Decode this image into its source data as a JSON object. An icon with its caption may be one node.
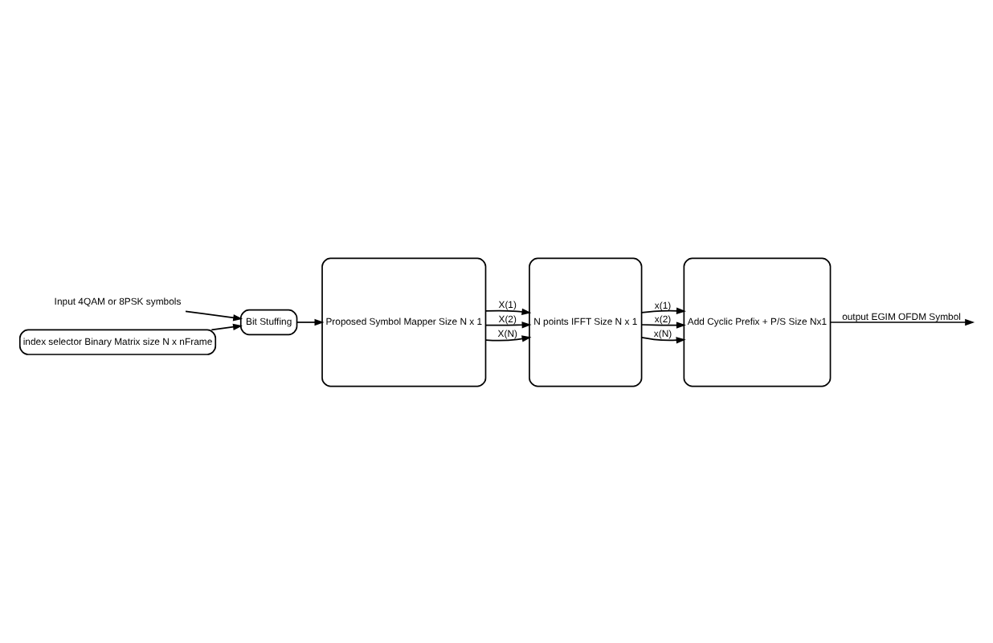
{
  "diagram": {
    "nodes": [
      {
        "text": [
          "Input 4QAM or 8PSK symbols"
        ]
      },
      {
        "text": [
          "Bit Stuffing"
        ]
      },
      {
        "text": [
          "index selector Binary Matrix size N x nFrame"
        ]
      },
      {
        "text": [
          "Proposed Symbol Mapper Size N x 1"
        ]
      },
      {
        "text": [
          "N points IFFT Size N x 1"
        ]
      },
      {
        "text": [
          "Add Cyclic Prefix + P/S Size Nx1"
        ]
      }
    ],
    "edges": [
      {
        "from": 0,
        "to": 1,
        "arrow": "to"
      },
      {
        "from": 2,
        "to": 1,
        "arrow": "to"
      },
      {
        "from": 1,
        "to": 3,
        "arrow": "to"
      },
      {
        "from": 3,
        "to": 4,
        "arrow": "to",
        "label": "X(1)"
      },
      {
        "from": 3,
        "to": 4,
        "arrow": "to",
        "label": "X(2)"
      },
      {
        "from": 3,
        "to": 4,
        "arrow": "to",
        "label": "X(N)"
      },
      {
        "from": 4,
        "to": 5,
        "arrow": "to",
        "label": "x(1)"
      },
      {
        "from": 4,
        "to": 5,
        "arrow": "to",
        "label": "x(2)"
      },
      {
        "from": 4,
        "to": 5,
        "arrow": "to",
        "label": "x(N)"
      },
      {
        "from": 5,
        "to": null,
        "arrow": "to",
        "label": "output EGIM OFDM Symbol"
      }
    ]
  }
}
